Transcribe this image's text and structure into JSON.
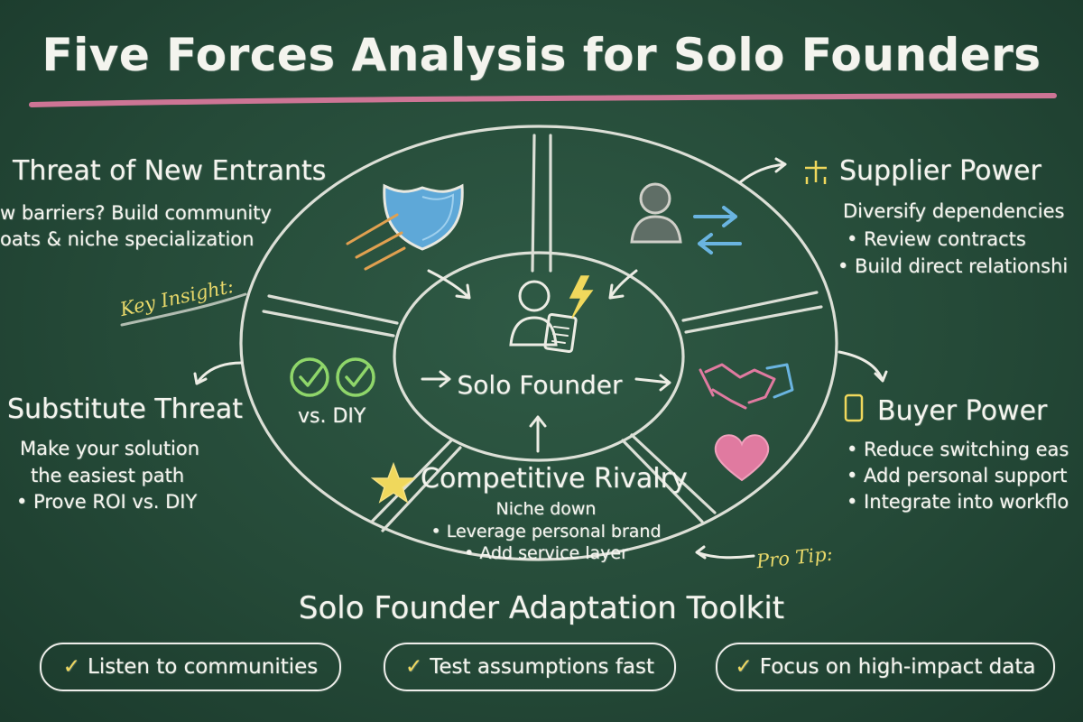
{
  "title": "Five Forces Analysis for Solo Founders",
  "center": {
    "label": "Solo Founder"
  },
  "forces": {
    "new_entrants": {
      "title": "Threat of New Entrants",
      "lines": [
        "w barriers? Build community",
        "oats & niche specialization"
      ]
    },
    "supplier_power": {
      "title": "Supplier Power",
      "lines": [
        "Diversify dependencies",
        "• Review contracts",
        "• Build direct relationshi"
      ]
    },
    "substitute_threat": {
      "title": "Substitute Threat",
      "lines": [
        "Make your solution",
        "the easiest path",
        "• Prove ROI vs. DIY"
      ]
    },
    "buyer_power": {
      "title": "Buyer Power",
      "lines": [
        "• Reduce switching eas",
        "• Add personal support",
        "• Integrate into workflo"
      ]
    },
    "competitive_rivalry": {
      "title": "Competitive Rivalry",
      "lines": [
        "Niche down",
        "• Leverage personal brand",
        "• Add service layer"
      ]
    }
  },
  "segment_labels": {
    "substitute": "vs. DIY"
  },
  "annotations": {
    "key_insight": "Key Insight:",
    "pro_tip": "Pro Tip:"
  },
  "toolkit": {
    "title": "Solo Founder Adaptation Toolkit",
    "items": [
      "Listen to communities",
      "Test assumptions fast",
      "Focus on high-impact data"
    ],
    "check_glyph": "✓"
  },
  "colors": {
    "board": "#2a4f3c",
    "chalk": "#f4f4ee",
    "pink": "#e07aa0",
    "yellow": "#f0d85c",
    "blue": "#6ab4e0",
    "green": "#8fd66a",
    "orange": "#e0a050"
  }
}
